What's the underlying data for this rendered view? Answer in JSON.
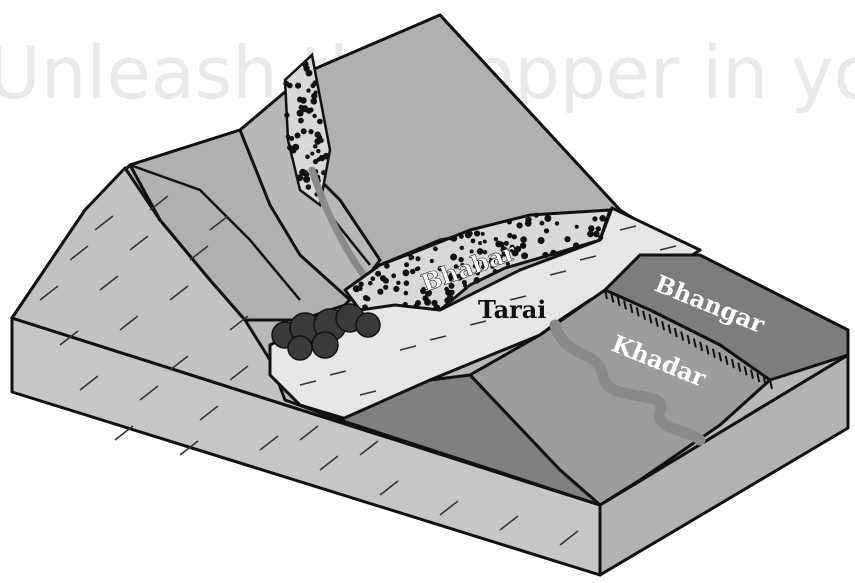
{
  "watermark": {
    "tagline": "Unleash the topper in you"
  },
  "labels": {
    "bhabar": "Bhabar",
    "tarai": "Tarai",
    "bhangar": "Bhangar",
    "khadar": "Khadar"
  },
  "colors": {
    "outline": "#111111",
    "mountain_face": "#b3b3b3",
    "mountain_side": "#c7c7c7",
    "block_front": "#c4c4c4",
    "block_side": "#b0b0b0",
    "tarai_plain": "#e6e6e6",
    "bhangar": "#7d7d7d",
    "khadar": "#9a9a9a",
    "river": "#8a8a8a",
    "pebbles": "#111111",
    "trees": "#3a3a3a",
    "watermark": "#ececec"
  }
}
